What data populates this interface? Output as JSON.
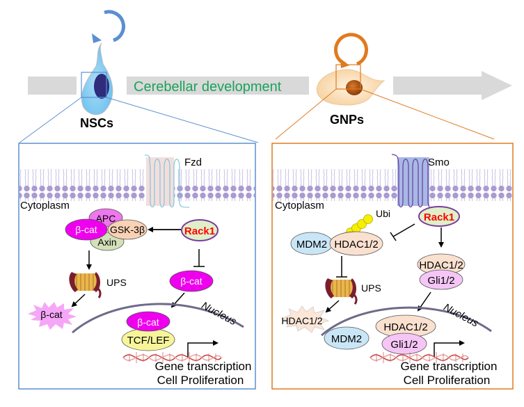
{
  "header": {
    "stage_banner": "Cerebellar development",
    "left_cell_label": "NSCs",
    "right_cell_label": "GNPs"
  },
  "colors": {
    "nsc_accent": "#5b8fd1",
    "gnp_accent": "#e07a1f",
    "banner_text": "#1aa35a",
    "banner_bar": "#d9d9d9",
    "rack1_text": "#ff0000",
    "beta_cat": "#ee00ee",
    "membrane": "#a99bd0"
  },
  "left_panel": {
    "receptor_label": "Fzd",
    "cytoplasm_label": "Cytoplasm",
    "complex": {
      "apc": "APC",
      "beta_cat": "β-cat",
      "gsk": "GSK-3β",
      "axin": "Axin"
    },
    "rack1": "Rack1",
    "ups_label": "UPS",
    "degraded_label": "β-cat",
    "free_beta_cat": "β-cat",
    "nucleus_label": "Nucleus",
    "nuclear_beta_cat": "β-cat",
    "tcf_lef": "TCF/LEF",
    "outcome_line1": "Gene transcription",
    "outcome_line2": "Cell Proliferation"
  },
  "right_panel": {
    "receptor_label": "Smo",
    "cytoplasm_label": "Cytoplasm",
    "ubi_label": "Ubi",
    "rack1": "Rack1",
    "mdm2": "MDM2",
    "hdac_complex": "HDAC1/2",
    "hdac_right": "HDAC1/2",
    "gli_right": "Gli1/2",
    "ups_label": "UPS",
    "degraded_label": "HDAC1/2",
    "nucleus_label": "Nucleus",
    "nuclear_mdm2": "MDM2",
    "nuclear_hdac": "HDAC1/2",
    "nuclear_gli": "Gli1/2",
    "outcome_line1": "Gene transcription",
    "outcome_line2": "Cell Proliferation"
  }
}
